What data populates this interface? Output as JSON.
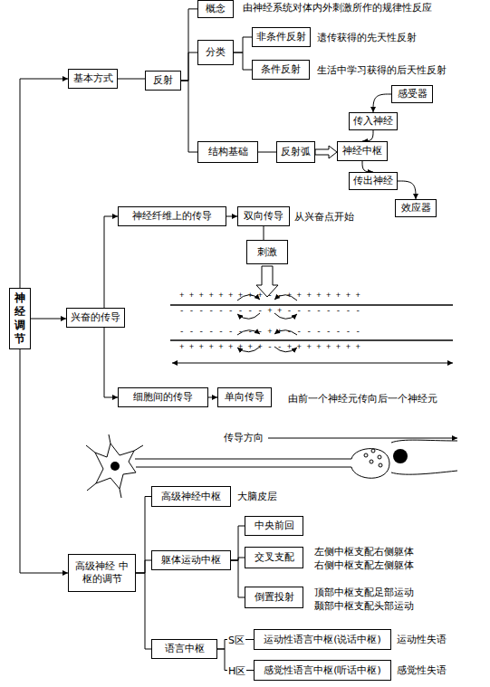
{
  "diagram": {
    "nodes": [
      {
        "text": [
          "神经调节"
        ]
      },
      {
        "text": [
          "基本方式"
        ]
      },
      {
        "text": [
          "反射"
        ]
      },
      {
        "text": [
          "概念"
        ]
      },
      {
        "text": [
          "分类"
        ]
      },
      {
        "text": [
          "非条件反射"
        ]
      },
      {
        "text": [
          "条件反射"
        ]
      },
      {
        "text": [
          "结构基础"
        ]
      },
      {
        "text": [
          "反射弧"
        ]
      },
      {
        "text": [
          "感受器"
        ]
      },
      {
        "text": [
          "传入神经"
        ]
      },
      {
        "text": [
          "神经中枢"
        ]
      },
      {
        "text": [
          "传出神经"
        ]
      },
      {
        "text": [
          "效应器"
        ]
      },
      {
        "text": [
          "兴奋的传导"
        ]
      },
      {
        "text": [
          "神经纤维上的传导"
        ]
      },
      {
        "text": [
          "双向传导"
        ]
      },
      {
        "text": [
          "刺激"
        ]
      },
      {
        "text": [
          "细胞间的传导"
        ]
      },
      {
        "text": [
          "单向传导"
        ]
      },
      {
        "text": [
          "高级神经 中枢的调节"
        ]
      },
      {
        "text": [
          "高级神经中枢"
        ]
      },
      {
        "text": [
          "躯体运动中枢"
        ]
      },
      {
        "text": [
          "中央前回"
        ]
      },
      {
        "text": [
          "交叉支配"
        ]
      },
      {
        "text": [
          "倒置投射"
        ]
      },
      {
        "text": [
          "语言中枢"
        ]
      },
      {
        "text": [
          "运动性语言中枢(说话中枢)"
        ]
      },
      {
        "text": [
          "感觉性语言中枢(听话中枢)"
        ]
      }
    ],
    "edges": [
      {
        "from": 0,
        "to": 1,
        "arrow": "to"
      },
      {
        "from": 0,
        "to": 14,
        "arrow": "to"
      },
      {
        "from": 0,
        "to": 20,
        "arrow": "to"
      },
      {
        "from": 1,
        "to": 2,
        "arrow": "none"
      },
      {
        "from": 2,
        "to": 3,
        "arrow": "none"
      },
      {
        "from": 2,
        "to": 4,
        "arrow": "none"
      },
      {
        "from": 2,
        "to": 7,
        "arrow": "none"
      },
      {
        "from": 4,
        "to": 5,
        "arrow": "none"
      },
      {
        "from": 4,
        "to": 6,
        "arrow": "none"
      },
      {
        "from": 7,
        "to": 8,
        "arrow": "none"
      },
      {
        "from": 8,
        "to": 11,
        "arrow": "to"
      },
      {
        "from": 9,
        "to": 10,
        "arrow": "to"
      },
      {
        "from": 10,
        "to": 11,
        "arrow": "to"
      },
      {
        "from": 11,
        "to": 12,
        "arrow": "to"
      },
      {
        "from": 12,
        "to": 13,
        "arrow": "to"
      },
      {
        "from": 14,
        "to": 15,
        "arrow": "to"
      },
      {
        "from": 14,
        "to": 18,
        "arrow": "to"
      },
      {
        "from": 15,
        "to": 16,
        "arrow": "to"
      },
      {
        "from": 18,
        "to": 19,
        "arrow": "to"
      },
      {
        "from": 16,
        "to": 17,
        "arrow": "none"
      },
      {
        "from": 20,
        "to": 21,
        "arrow": "none"
      },
      {
        "from": 20,
        "to": 22,
        "arrow": "none"
      },
      {
        "from": 20,
        "to": 26,
        "arrow": "none"
      },
      {
        "from": 22,
        "to": 23,
        "arrow": "none"
      },
      {
        "from": 22,
        "to": 24,
        "arrow": "none"
      },
      {
        "from": 22,
        "to": 25,
        "arrow": "none"
      },
      {
        "from": 26,
        "to": 27,
        "arrow": "none",
        "label": "S区"
      },
      {
        "from": 26,
        "to": 28,
        "arrow": "none",
        "label": "H区"
      }
    ],
    "labels": [
      "由神经系统对体内外刺激所作的规律性反应",
      "遗传获得的先天性反射",
      "生活中学习获得的后天性反射",
      "从兴奋点开始",
      "+ + + + + + + + + - - + + + + + + + +",
      "- - - - - - - - - + + - - - - - - - -",
      "- - - - - - - - - + + - - - - - - - -",
      "+ + + + + + + + + - - + + + + + + + +",
      "由前一个神经元传向后一个神经元",
      "传导方向",
      "大脑皮层",
      "左侧中枢支配右侧躯体",
      "右侧中枢支配左侧躯体",
      "顶部中枢支配足部运动",
      "颞部中枢支配头部运动",
      "运动性失语",
      "感觉性失语"
    ]
  }
}
